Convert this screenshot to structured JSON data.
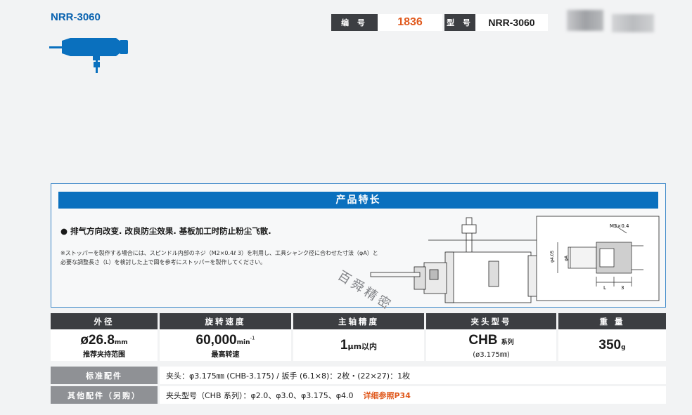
{
  "model_title": "NRR-3060",
  "header": {
    "number_label": "编 号",
    "number_value": "1836",
    "type_label": "型 号",
    "type_value": "NRR-3060",
    "number_color": "#e05a1e"
  },
  "features": {
    "title": "产品特长",
    "bullet": "排气方向改变. 改良防尘效果. 基板加工时防止粉尘飞散.",
    "note_line1": "※ストッパーを製作する場合には、スピンドル内部のネジ（M2×0.4ℓ 3）を利用し、工具シャンク径に合わせた寸法（φA）と",
    "note_line2": "必要な調整長さ（L）を検討した上で図を参考にストッパーを製作してください。",
    "diagram_labels": {
      "thread": "M2×0.4",
      "dia_outer": "φ4.05",
      "dia_a": "φA",
      "length": "L",
      "length_3": "3"
    }
  },
  "watermark": "百舜精密",
  "specs": {
    "headers": [
      "外径",
      "旋转速度",
      "主轴精度",
      "夹头型号",
      "重 量"
    ],
    "outer_dia_value": "ø26.8",
    "outer_dia_unit": "mm",
    "outer_dia_sub": "推荐夹持范围",
    "speed_value": "60,000",
    "speed_unit": "min",
    "speed_sup": "-1",
    "speed_sub": "最高转速",
    "precision_value": "1",
    "precision_unit": "μm以内",
    "collet_value": "CHB",
    "collet_unit": "系列",
    "collet_sub": "(ø3.175㎜)",
    "weight_value": "350",
    "weight_unit": "g"
  },
  "accessories": {
    "standard_label": "标准配件",
    "standard_value": "夹头：φ3.175㎜ (CHB-3.175) / 扳手 (6.1×8)：2枚・(22×27)：1枚",
    "optional_label": "其他配件（另购）",
    "optional_value": "夹头型号（CHB 系列）：φ2.0、φ3.0、φ3.175、φ4.0",
    "optional_ref": "详细参照P34"
  },
  "colors": {
    "brand_blue": "#0a70be",
    "dark_header": "#3c3e42",
    "accent_orange": "#e05a1e"
  }
}
